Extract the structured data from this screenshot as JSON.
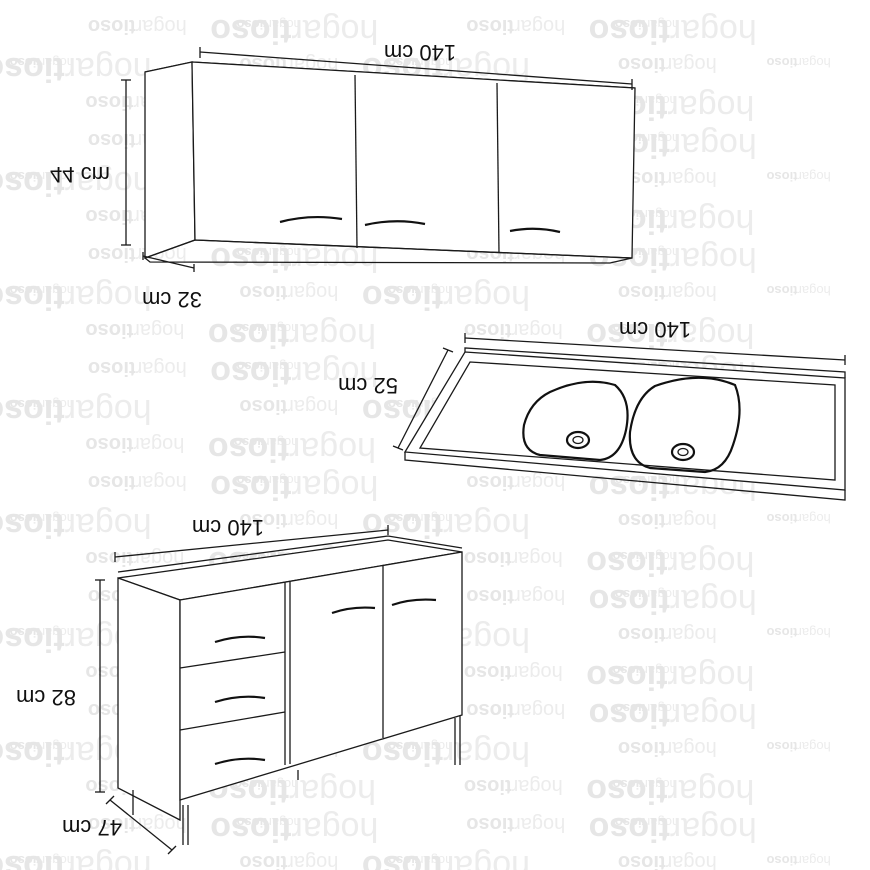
{
  "watermark": {
    "word_a": "tioso",
    "word_b": "hogar"
  },
  "wall_cabinet": {
    "width_label": "140 cm",
    "height_label": "44 cm",
    "depth_label": "32 cm"
  },
  "countertop_sink": {
    "width_label": "140 cm",
    "depth_label": "52 cm"
  },
  "base_cabinet": {
    "width_label": "140 cm",
    "height_label": "82 cm",
    "depth_label": "47 cm"
  },
  "colors": {
    "line": "#1a1a1a",
    "watermark": "#ececec",
    "background": "#ffffff"
  }
}
